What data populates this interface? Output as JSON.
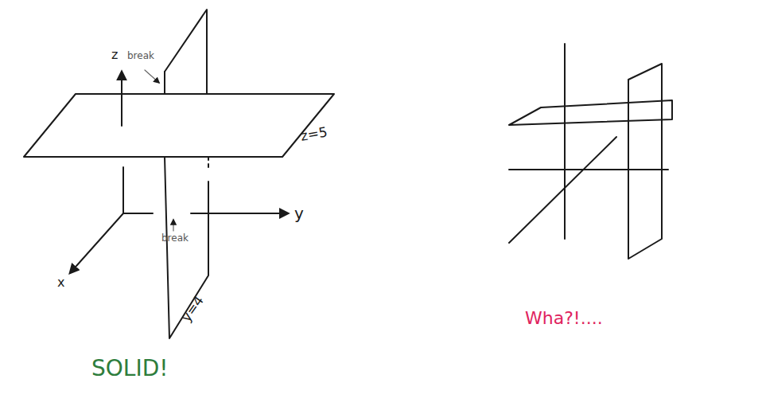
{
  "diagram": {
    "labels": [
      "z",
      "break",
      "z=5",
      "break",
      "y",
      "x",
      "y=4",
      "SOLID!",
      "Wha?!...."
    ]
  }
}
